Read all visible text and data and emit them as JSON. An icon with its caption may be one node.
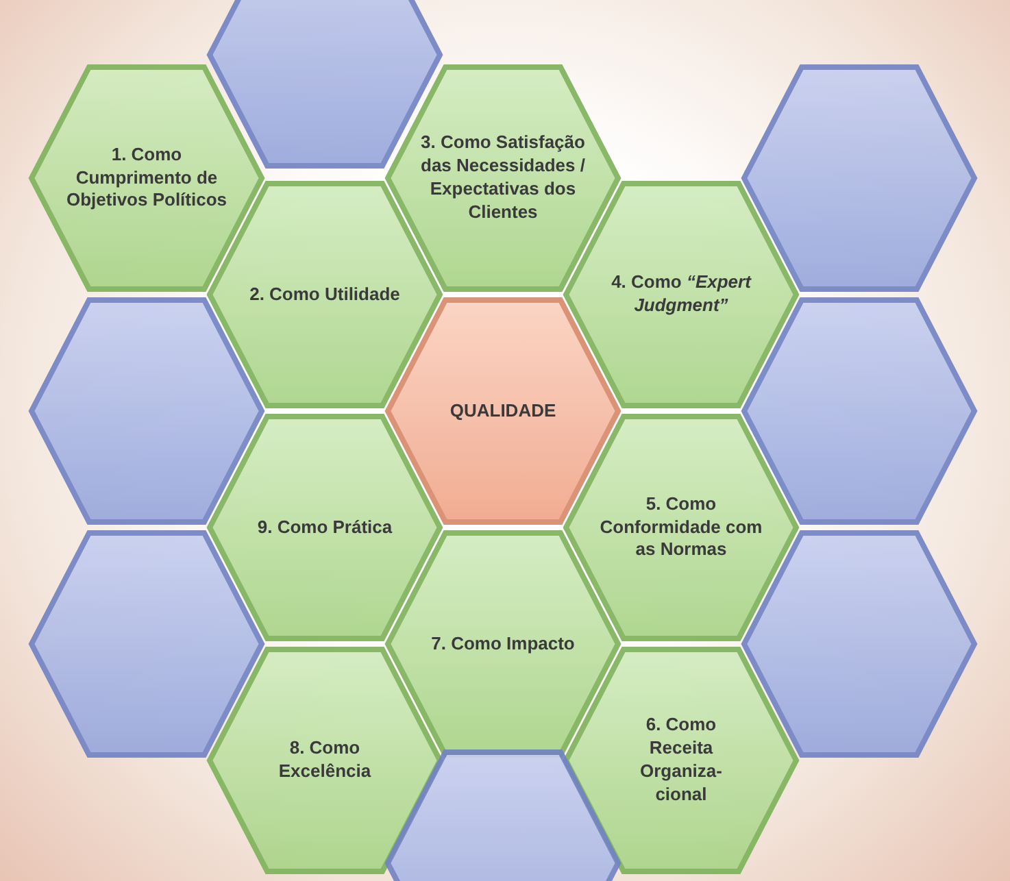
{
  "diagram": {
    "nodes": [
      {
        "text": [],
        "shape": "hexagon"
      },
      {
        "text": [
          "1. Como Cumprimento de Objetivos Políticos"
        ]
      },
      {
        "text": [
          "3. Como Satisfação das Necessidades / Expectativas dos Clientes"
        ]
      },
      {
        "text": [],
        "shape": "hexagon"
      },
      {
        "text": [
          "2. Como Utilidade"
        ]
      },
      {
        "text": [
          "4. Como *“Expert Judgment”*"
        ]
      },
      {
        "text": [],
        "shape": "hexagon"
      },
      {
        "text": [
          "QUALIDADE"
        ]
      },
      {
        "text": [],
        "shape": "hexagon"
      },
      {
        "text": [
          "9. Como Prática"
        ]
      },
      {
        "text": [
          "5. Como Conformidade com as Normas"
        ]
      },
      {
        "text": [],
        "shape": "hexagon"
      },
      {
        "text": [
          "7. Como Impacto"
        ]
      },
      {
        "text": [],
        "shape": "hexagon"
      },
      {
        "text": [
          "8. Como Excelência"
        ]
      },
      {
        "text": [
          "6. Como Receita Organiza-cional"
        ]
      },
      {
        "text": [],
        "shape": "hexagon"
      }
    ]
  }
}
